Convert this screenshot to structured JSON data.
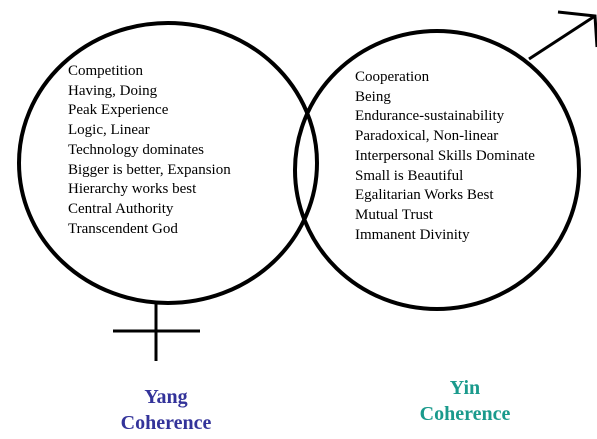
{
  "yang": {
    "items": [
      "Competition",
      "Having, Doing",
      "Peak Experience",
      "Logic, Linear",
      "Technology dominates",
      "Bigger is better, Expansion",
      "Hierarchy works best",
      "Central Authority",
      "Transcendent God"
    ],
    "caption_line1": "Yang",
    "caption_line2": "Coherence",
    "caption_color": "#33339a",
    "symbol": "venus-cross"
  },
  "yin": {
    "items": [
      "Cooperation",
      "Being",
      "Endurance-sustainability",
      "Paradoxical, Non-linear",
      "Interpersonal Skills Dominate",
      "Small is Beautiful",
      "Egalitarian Works Best",
      "Mutual Trust",
      "Immanent Divinity"
    ],
    "caption_line1": "Yin",
    "caption_line2": "Coherence",
    "caption_color": "#1a9a8c",
    "symbol": "mars-arrow"
  },
  "colors": {
    "outline": "#000000",
    "background": "#ffffff"
  }
}
